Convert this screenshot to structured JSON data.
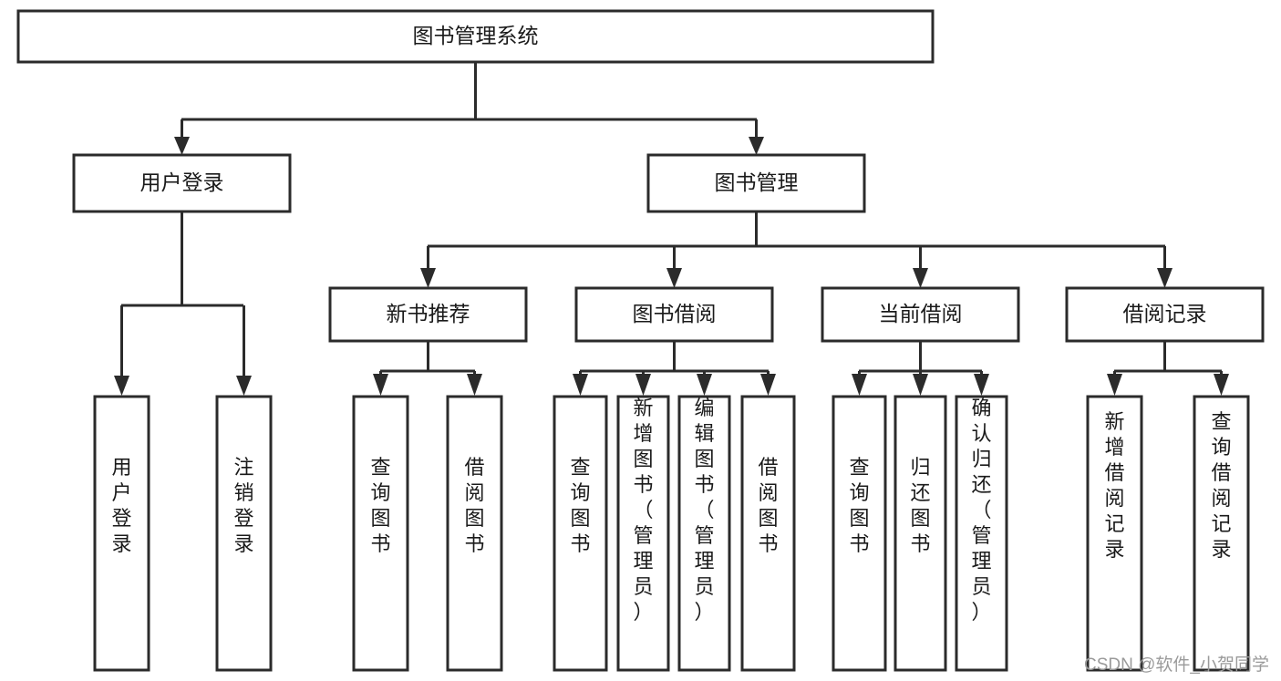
{
  "diagram": {
    "type": "tree",
    "title": "图书管理系统",
    "orientation": "top-down",
    "root": {
      "id": "root",
      "label": "图书管理系统"
    },
    "level2": [
      {
        "id": "user-login",
        "label": "用户登录"
      },
      {
        "id": "book-manage",
        "label": "图书管理"
      }
    ],
    "level3": [
      {
        "id": "new-book-recommend",
        "label": "新书推荐",
        "parent": "book-manage"
      },
      {
        "id": "book-borrow",
        "label": "图书借阅",
        "parent": "book-manage"
      },
      {
        "id": "current-borrow",
        "label": "当前借阅",
        "parent": "book-manage"
      },
      {
        "id": "borrow-record",
        "label": "借阅记录",
        "parent": "book-manage"
      }
    ],
    "leaves": {
      "user-login": [
        {
          "id": "leaf-user-login",
          "label": "用户登录"
        },
        {
          "id": "leaf-user-logout",
          "label": "注销登录"
        }
      ],
      "new-book-recommend": [
        {
          "id": "leaf-query-book-1",
          "label": "查询图书"
        },
        {
          "id": "leaf-borrow-book-1",
          "label": "借阅图书"
        }
      ],
      "book-borrow": [
        {
          "id": "leaf-query-book-2",
          "label": "查询图书"
        },
        {
          "id": "leaf-add-book",
          "label": "新增图书（管理员）"
        },
        {
          "id": "leaf-edit-book",
          "label": "编辑图书（管理员）"
        },
        {
          "id": "leaf-borrow-book-2",
          "label": "借阅图书"
        }
      ],
      "current-borrow": [
        {
          "id": "leaf-query-book-3",
          "label": "查询图书"
        },
        {
          "id": "leaf-return-book",
          "label": "归还图书"
        },
        {
          "id": "leaf-confirm-return",
          "label": "确认归还（管理员）"
        }
      ],
      "borrow-record": [
        {
          "id": "leaf-add-record",
          "label": "新增借阅记录"
        },
        {
          "id": "leaf-query-record",
          "label": "查询借阅记录"
        }
      ]
    },
    "colors": {
      "box_stroke": "#2b2b2b",
      "box_fill": "#ffffff",
      "text": "#1a1a1a",
      "connector": "#2b2b2b",
      "watermark": "#9a9a9a",
      "background": "#ffffff"
    }
  },
  "watermark": {
    "text": "CSDN @软件_小贺同学"
  }
}
